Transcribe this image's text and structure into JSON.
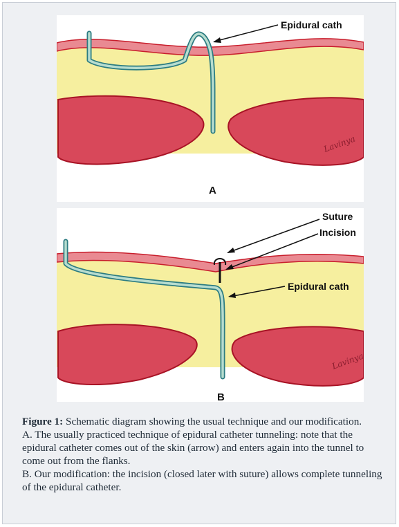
{
  "figure": {
    "panel_a": {
      "letter": "A",
      "label_catheter": "Epidural cath",
      "signature": "Lavinya"
    },
    "panel_b": {
      "letter": "B",
      "label_suture": "Suture",
      "label_incision": "Incision",
      "label_catheter": "Epidural cath",
      "signature": "Lavinya"
    },
    "caption": {
      "title": "Figure 1:",
      "title_text": " Schematic diagram showing the usual technique and our modification.",
      "line_a": "A. The usually practiced technique of epidural catheter tunneling: note that the epidural catheter comes out of the skin (arrow) and enters again into the tunnel to come out from the flanks.",
      "line_b": "B. Our modification: the incision (closed later with suture) allows complete tunneling of the epidural catheter."
    }
  },
  "colors": {
    "background": "#eef0f3",
    "skin": "#e98a92",
    "skin_edge": "#c81e2c",
    "fat": "#f6ef9f",
    "muscle": "#d8485a",
    "muscle_edge": "#a81325",
    "catheter": "#b8ddcf",
    "catheter_edge": "#2c7c82"
  }
}
